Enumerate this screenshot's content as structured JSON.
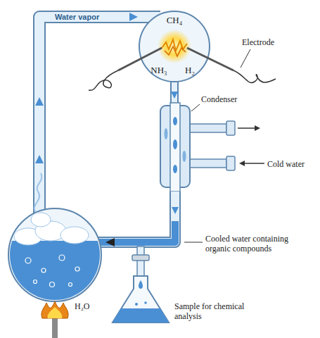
{
  "diagram": {
    "labels": [
      "Water vapor",
      "CH₄",
      "NH₃",
      "H₂",
      "Electrode",
      "Condenser",
      "Cold water",
      "Cooled water containing organic compounds",
      "Sample for chemical analysis",
      "H₂O"
    ]
  }
}
